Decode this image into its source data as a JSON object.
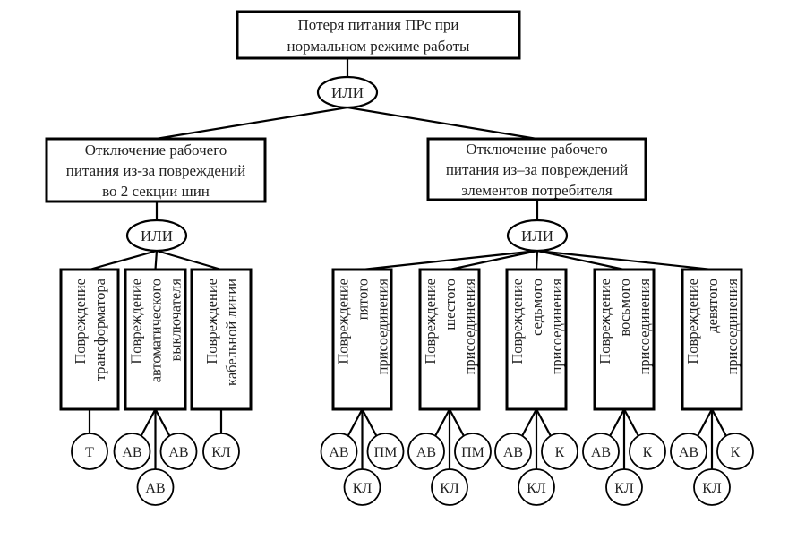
{
  "diagram": {
    "type": "fault-tree",
    "root": {
      "lines": [
        "Потеря питания ПРс при",
        "нормальном режиме работы"
      ],
      "gate": "ИЛИ"
    },
    "branches": [
      {
        "lines": [
          "Отключение рабочего",
          "питания из-за повреждений",
          "во 2 секции шин"
        ],
        "gate": "ИЛИ",
        "leaves": [
          {
            "lines": [
              "Повреждение",
              "трансформатора"
            ],
            "events": [
              "Т"
            ]
          },
          {
            "lines": [
              "Повреждение",
              "автоматического",
              "выключателя"
            ],
            "events": [
              "АВ",
              "АВ",
              "АВ"
            ]
          },
          {
            "lines": [
              "Повреждение",
              "кабельной линии"
            ],
            "events": [
              "КЛ"
            ]
          }
        ]
      },
      {
        "lines": [
          "Отключение рабочего",
          "питания из–за повреждений",
          "элементов потребителя"
        ],
        "gate": "ИЛИ",
        "leaves": [
          {
            "lines": [
              "Повреждение",
              "пятого",
              "присоединения"
            ],
            "events": [
              "АВ",
              "ПМ",
              "КЛ"
            ]
          },
          {
            "lines": [
              "Повреждение",
              "шестого",
              "присоединения"
            ],
            "events": [
              "АВ",
              "ПМ",
              "КЛ"
            ]
          },
          {
            "lines": [
              "Повреждение",
              "седьмого",
              "присоединения"
            ],
            "events": [
              "АВ",
              "К",
              "КЛ"
            ]
          },
          {
            "lines": [
              "Повреждение",
              "восьмого",
              "присоединения"
            ],
            "events": [
              "АВ",
              "К",
              "КЛ"
            ]
          },
          {
            "lines": [
              "Повреждение",
              "девятого",
              "присоединения"
            ],
            "events": [
              "АВ",
              "К",
              "КЛ"
            ]
          }
        ]
      }
    ]
  }
}
